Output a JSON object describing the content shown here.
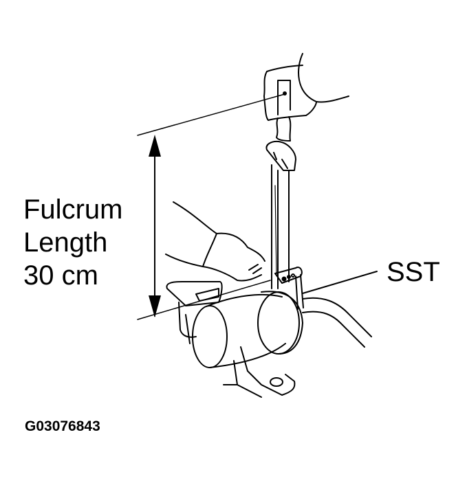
{
  "diagram": {
    "labels": {
      "fulcrum_line1": "Fulcrum",
      "fulcrum_line2": "Length",
      "fulcrum_line3": "30 cm",
      "tool": "SST",
      "figure_code": "G03076843"
    },
    "colors": {
      "ink": "#000000",
      "background": "#ffffff"
    }
  }
}
